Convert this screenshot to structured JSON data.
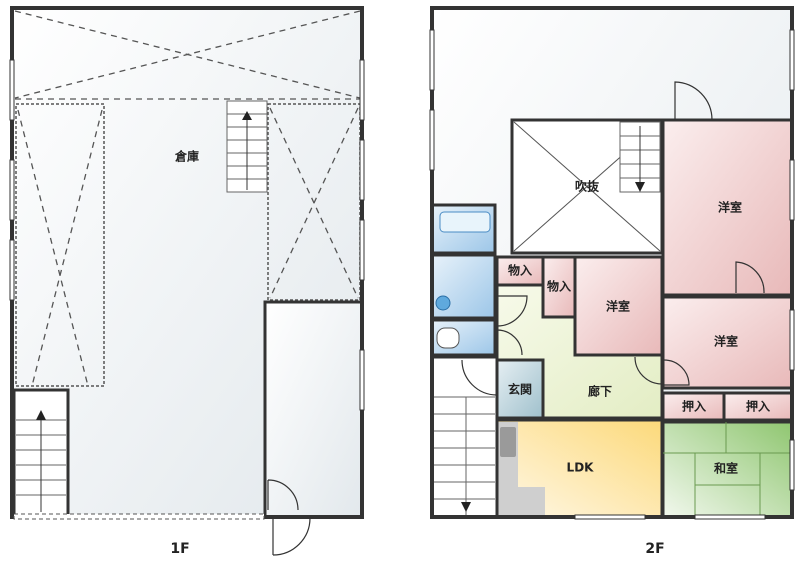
{
  "floor1": {
    "label": "1F",
    "rooms": {
      "storage": "倉庫"
    }
  },
  "floor2": {
    "label": "2F",
    "rooms": {
      "atrium": "吹抜",
      "western_room_1": "洋室",
      "western_room_2": "洋室",
      "western_room_3": "洋室",
      "closet_1": "物入",
      "closet_2": "物入",
      "entrance": "玄関",
      "hallway": "廊下",
      "oshiire_1": "押入",
      "oshiire_2": "押入",
      "ldk": "LDK",
      "japanese_room": "和室"
    }
  },
  "colors": {
    "storage_bg": "#eef2f4",
    "western_room": "#efc9c9",
    "wet_area": "#bcd8ee",
    "hallway": "#eef3d6",
    "ldk": "#fbe6a6",
    "japanese_room": "#a9d48e",
    "entrance": "#b9d2dc"
  }
}
